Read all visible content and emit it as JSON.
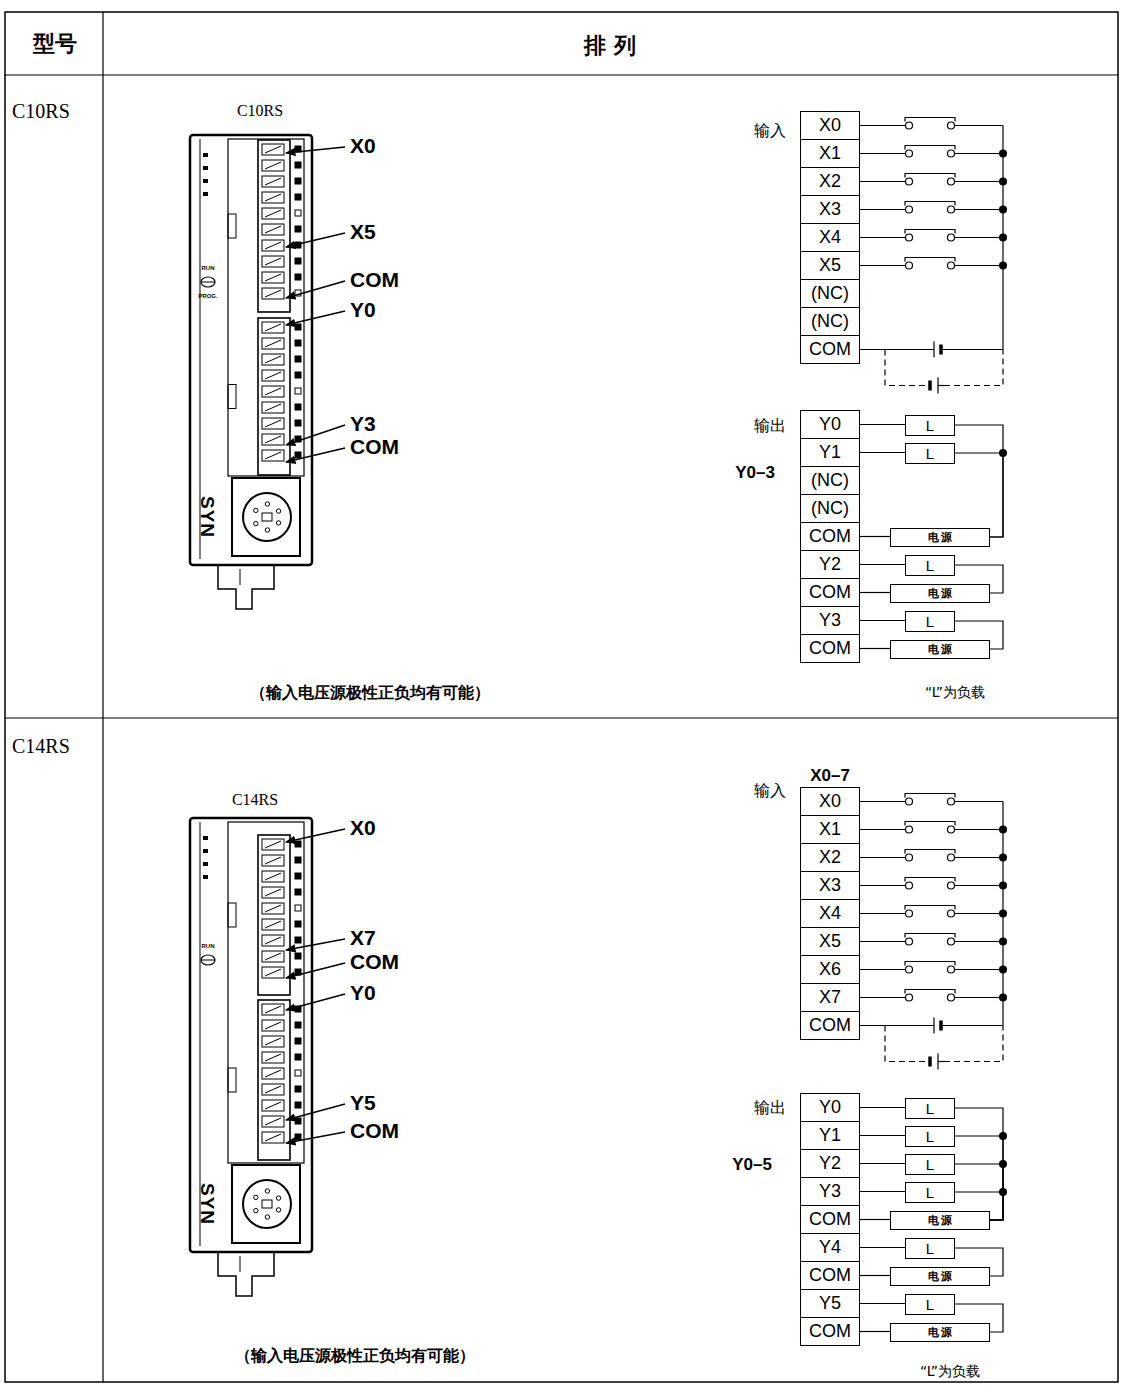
{
  "diagram": {
    "nodes": [
      {
        "text": [
          "X0"
        ]
      },
      {
        "text": [
          "X1"
        ]
      },
      {
        "text": [
          "X2"
        ]
      },
      {
        "text": [
          "X3"
        ]
      },
      {
        "text": [
          "X4"
        ]
      },
      {
        "text": [
          "X5"
        ]
      },
      {
        "text": [
          "(NC)"
        ]
      },
      {
        "text": [
          "(NC)"
        ]
      },
      {
        "text": [
          "COM"
        ]
      },
      {
        "text": [
          "Y0"
        ]
      },
      {
        "text": [
          "Y1"
        ]
      },
      {
        "text": [
          "(NC)"
        ]
      },
      {
        "text": [
          "(NC)"
        ]
      },
      {
        "text": [
          "COM"
        ]
      },
      {
        "text": [
          "Y2"
        ]
      },
      {
        "text": [
          "COM"
        ]
      },
      {
        "text": [
          "Y3"
        ]
      },
      {
        "text": [
          "COM"
        ]
      },
      {
        "text": [
          "L"
        ]
      },
      {
        "text": [
          "L"
        ]
      },
      {
        "text": [
          "L"
        ]
      },
      {
        "text": [
          "L"
        ]
      },
      {
        "text": [
          "电 源"
        ]
      },
      {
        "text": [
          "电 源"
        ]
      },
      {
        "text": [
          "电 源"
        ]
      },
      {
        "text": [
          "X0"
        ]
      },
      {
        "text": [
          "X1"
        ]
      },
      {
        "text": [
          "X2"
        ]
      },
      {
        "text": [
          "X3"
        ]
      },
      {
        "text": [
          "X4"
        ]
      },
      {
        "text": [
          "X5"
        ]
      },
      {
        "text": [
          "X6"
        ]
      },
      {
        "text": [
          "X7"
        ]
      },
      {
        "text": [
          "COM"
        ]
      },
      {
        "text": [
          "Y0"
        ]
      },
      {
        "text": [
          "Y1"
        ]
      },
      {
        "text": [
          "Y2"
        ]
      },
      {
        "text": [
          "Y3"
        ]
      },
      {
        "text": [
          "COM"
        ]
      },
      {
        "text": [
          "Y4"
        ]
      },
      {
        "text": [
          "COM"
        ]
      },
      {
        "text": [
          "Y5"
        ]
      },
      {
        "text": [
          "COM"
        ]
      },
      {
        "text": [
          "L"
        ]
      },
      {
        "text": [
          "L"
        ]
      },
      {
        "text": [
          "L"
        ]
      },
      {
        "text": [
          "L"
        ]
      },
      {
        "text": [
          "L"
        ]
      },
      {
        "text": [
          "L"
        ]
      },
      {
        "text": [
          "电 源"
        ]
      },
      {
        "text": [
          "电 源"
        ]
      },
      {
        "text": [
          "电 源"
        ]
      }
    ],
    "edges": [
      {
        "from": 9,
        "to": 18,
        "arrow": "none"
      },
      {
        "from": 10,
        "to": 19,
        "arrow": "none"
      },
      {
        "from": 13,
        "to": 22,
        "arrow": "none"
      },
      {
        "from": 14,
        "to": 20,
        "arrow": "none"
      },
      {
        "from": 15,
        "to": 23,
        "arrow": "none"
      },
      {
        "from": 16,
        "to": 21,
        "arrow": "none"
      },
      {
        "from": 17,
        "to": 24,
        "arrow": "none"
      },
      {
        "from": 18,
        "to": 22,
        "arrow": "none"
      },
      {
        "from": 19,
        "to": 22,
        "arrow": "none"
      },
      {
        "from": 20,
        "to": 23,
        "arrow": "none"
      },
      {
        "from": 21,
        "to": 24,
        "arrow": "none"
      },
      {
        "from": 34,
        "to": 43,
        "arrow": "none"
      },
      {
        "from": 35,
        "to": 44,
        "arrow": "none"
      },
      {
        "from": 36,
        "to": 45,
        "arrow": "none"
      },
      {
        "from": 37,
        "to": 46,
        "arrow": "none"
      },
      {
        "from": 38,
        "to": 49,
        "arrow": "none"
      },
      {
        "from": 39,
        "to": 47,
        "arrow": "none"
      },
      {
        "from": 40,
        "to": 50,
        "arrow": "none"
      },
      {
        "from": 41,
        "to": 48,
        "arrow": "none"
      },
      {
        "from": 42,
        "to": 51,
        "arrow": "none"
      },
      {
        "from": 43,
        "to": 49,
        "arrow": "none"
      },
      {
        "from": 44,
        "to": 49,
        "arrow": "none"
      },
      {
        "from": 45,
        "to": 49,
        "arrow": "none"
      },
      {
        "from": 46,
        "to": 49,
        "arrow": "none"
      },
      {
        "from": 47,
        "to": 50,
        "arrow": "none"
      },
      {
        "from": 48,
        "to": 51,
        "arrow": "none"
      }
    ],
    "labels": [
      "型号",
      "排 列",
      "C10RS",
      "C10RS",
      "X0",
      "X5",
      "COM",
      "Y0",
      "Y3",
      "COM",
      "RUN",
      "PROG.",
      "SYN",
      "（输入电压源极性正负均有可能）",
      "输入",
      "输出",
      "Y0–3",
      "“L”为负载",
      "C14RS",
      "C14RS",
      "X0",
      "X7",
      "COM",
      "Y0",
      "Y5",
      "COM",
      "RUN",
      "SYN",
      "（输入电压源极性正负均有可能）",
      "输入",
      "X0–7",
      "输出",
      "Y0–5",
      "“L”为负载"
    ]
  }
}
